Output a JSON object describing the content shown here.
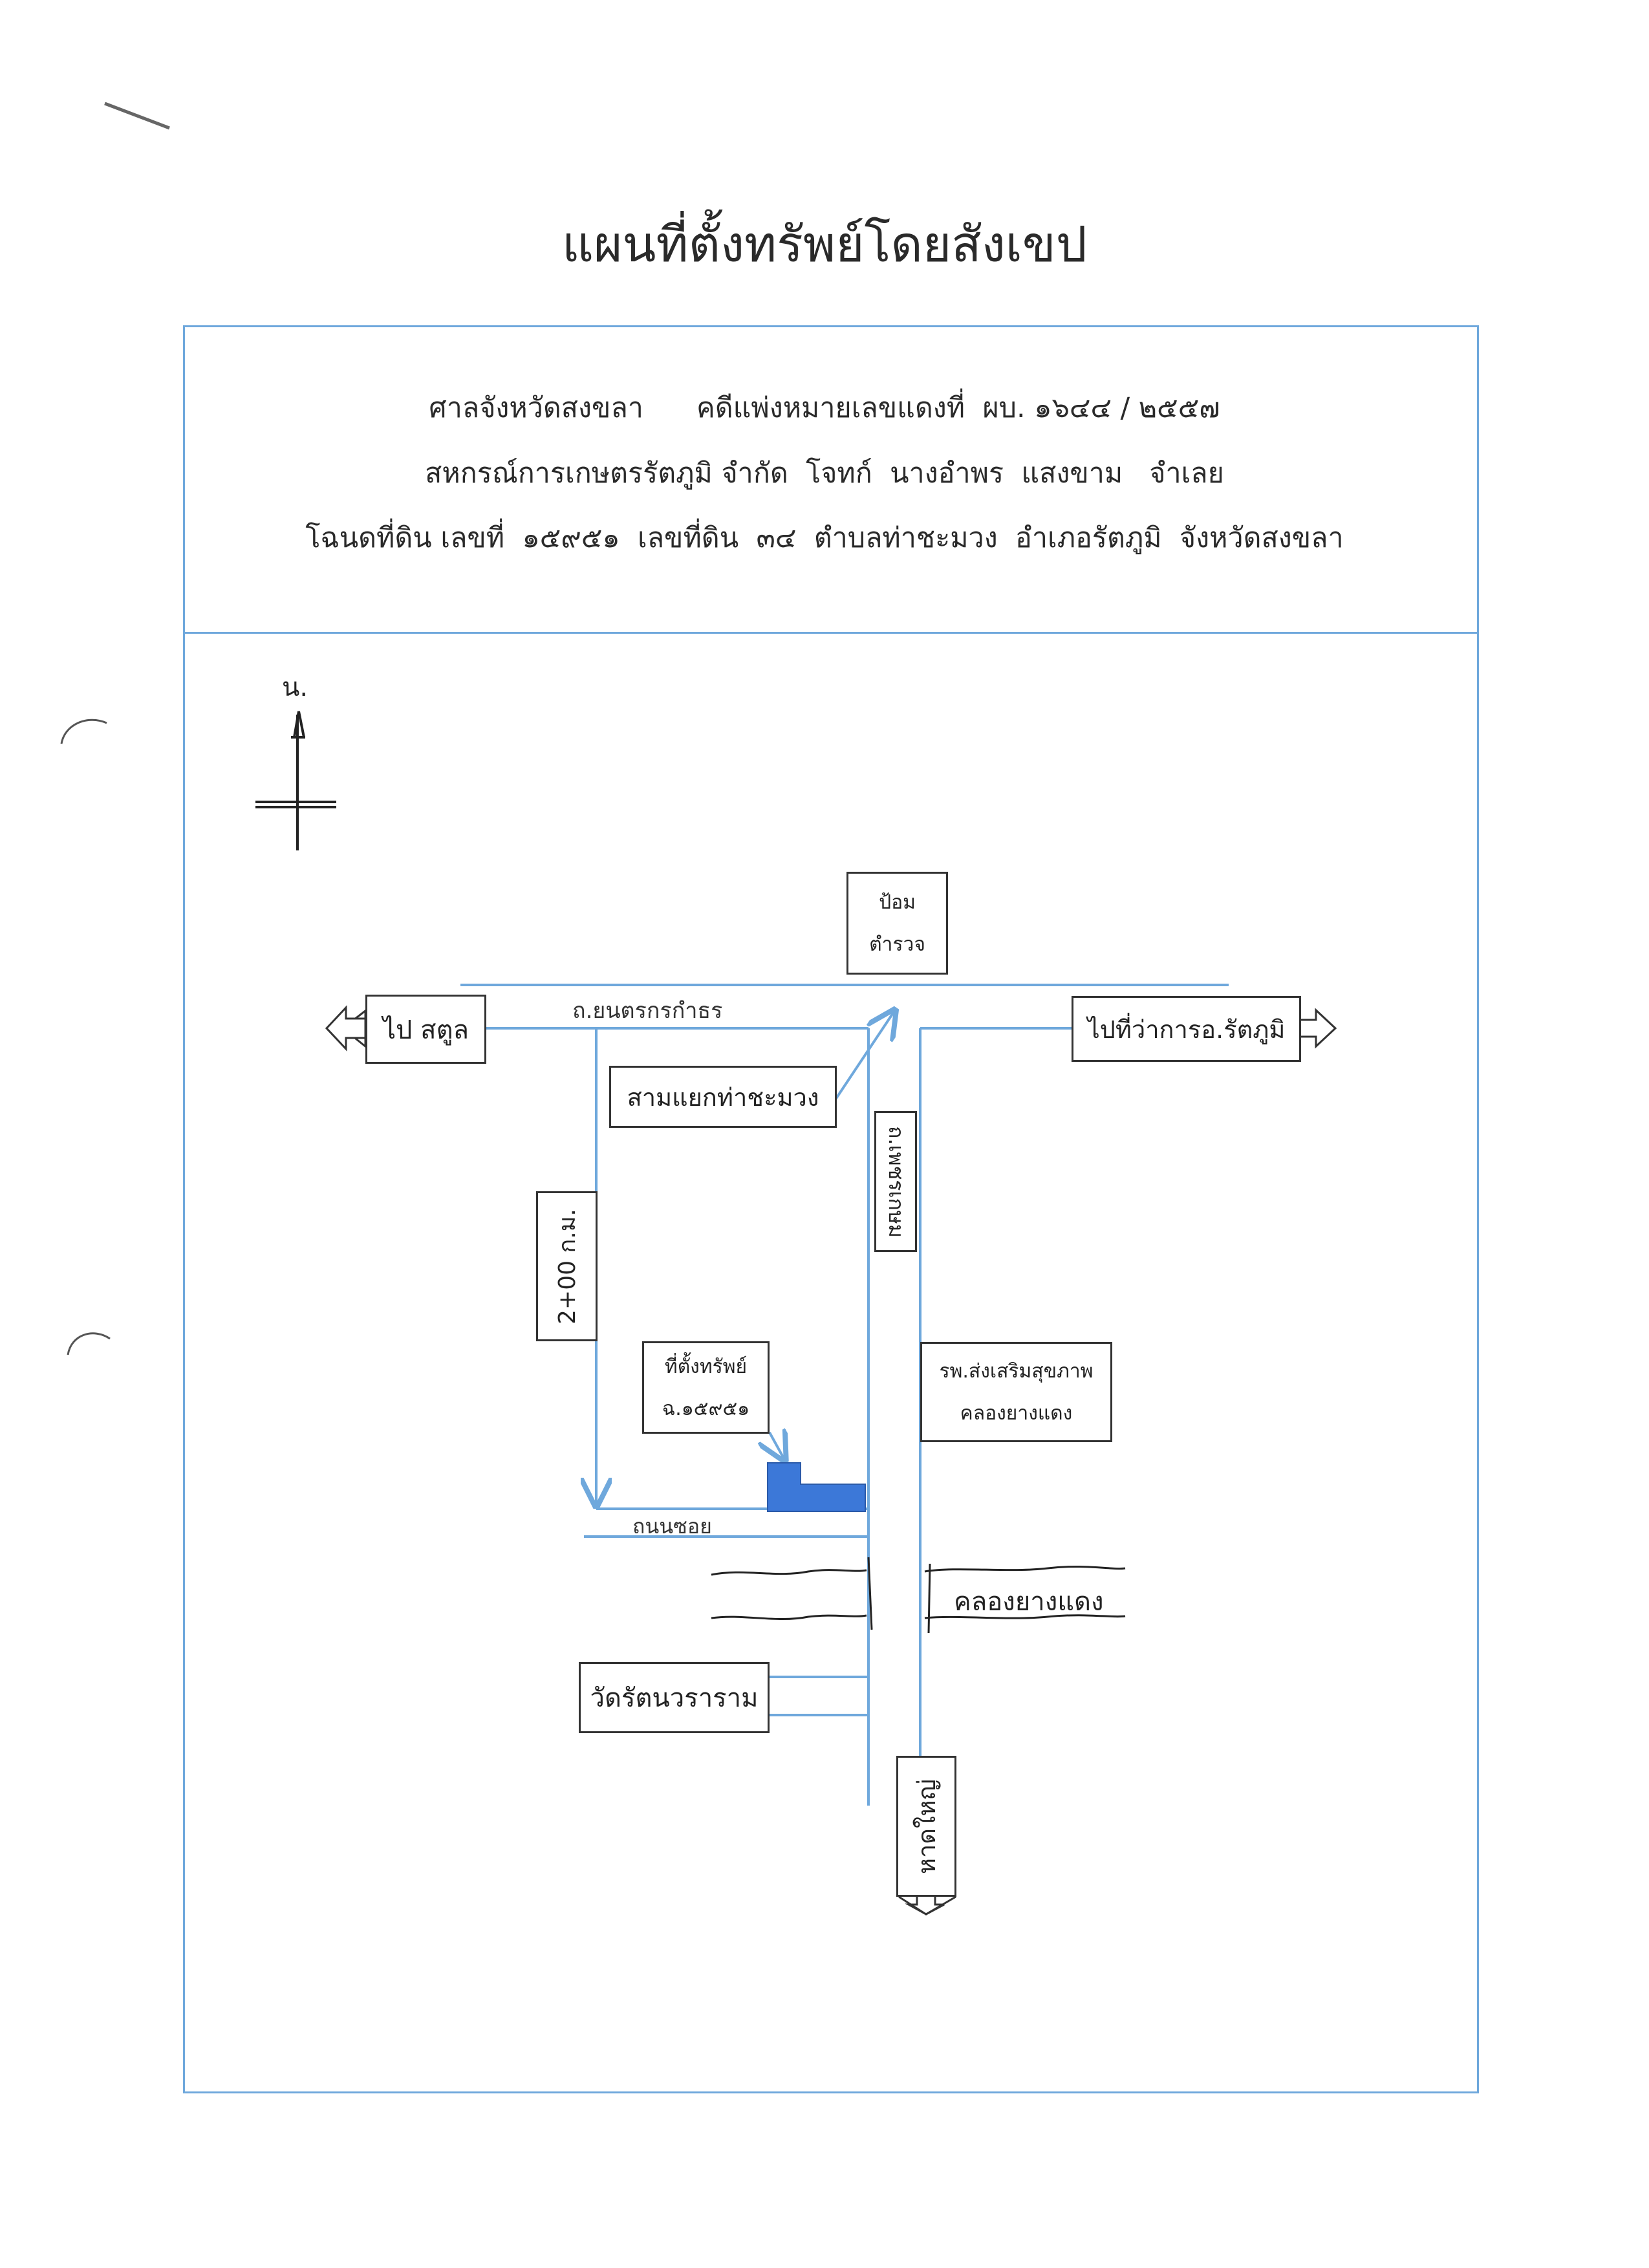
{
  "document": {
    "title": "แผนที่ตั้งทรัพย์โดยสังเขป",
    "header": {
      "line1": "ศาลจังหวัดสงขลา      คดีแพ่งหมายเลขแดงที่  ผบ. ๑๖๔๔ / ๒๕๕๗",
      "line2": "สหกรณ์การเกษตรรัตภูมิ จำกัด  โจทก์  นางอำพร  แสงขาม   จำเลย",
      "line3": "โฉนดที่ดิน เลขที่  ๑๕๙๕๑  เลขที่ดิน  ๓๔  ตำบลท่าชะมวง  อำเภอรัตภูมิ  จังหวัดสงขลา"
    }
  },
  "map": {
    "north_label": "น.",
    "police_box": {
      "line1": "ป้อม",
      "line2": "ตำรวจ"
    },
    "to_satun": "ไป สตูล",
    "to_district_office": "ไปที่ว่าการอ.รัตภูมิ",
    "road_top": "ถ.ยนตรกรกำธร",
    "junction": "สามแยกท่าชะมวง",
    "road_vertical": "ถ.เพชรเกษม",
    "distance": "2+00 ก.ม.",
    "property_box": {
      "line1": "ที่ตั้งทรัพย์",
      "line2": "ฉ.๑๕๙๕๑"
    },
    "hospital_box": {
      "line1": "รพ.ส่งเสริมสุขภาพ",
      "line2": "คลองยางแดง"
    },
    "soi_label": "ถนนซอย",
    "canal_label": "คลองยางแดง",
    "temple": "วัดรัตนวราราม",
    "to_hatyai": "หาดใหญ่",
    "colors": {
      "road": "#6fa8dc",
      "property": "#3c78d8",
      "box_border": "#333333"
    }
  }
}
